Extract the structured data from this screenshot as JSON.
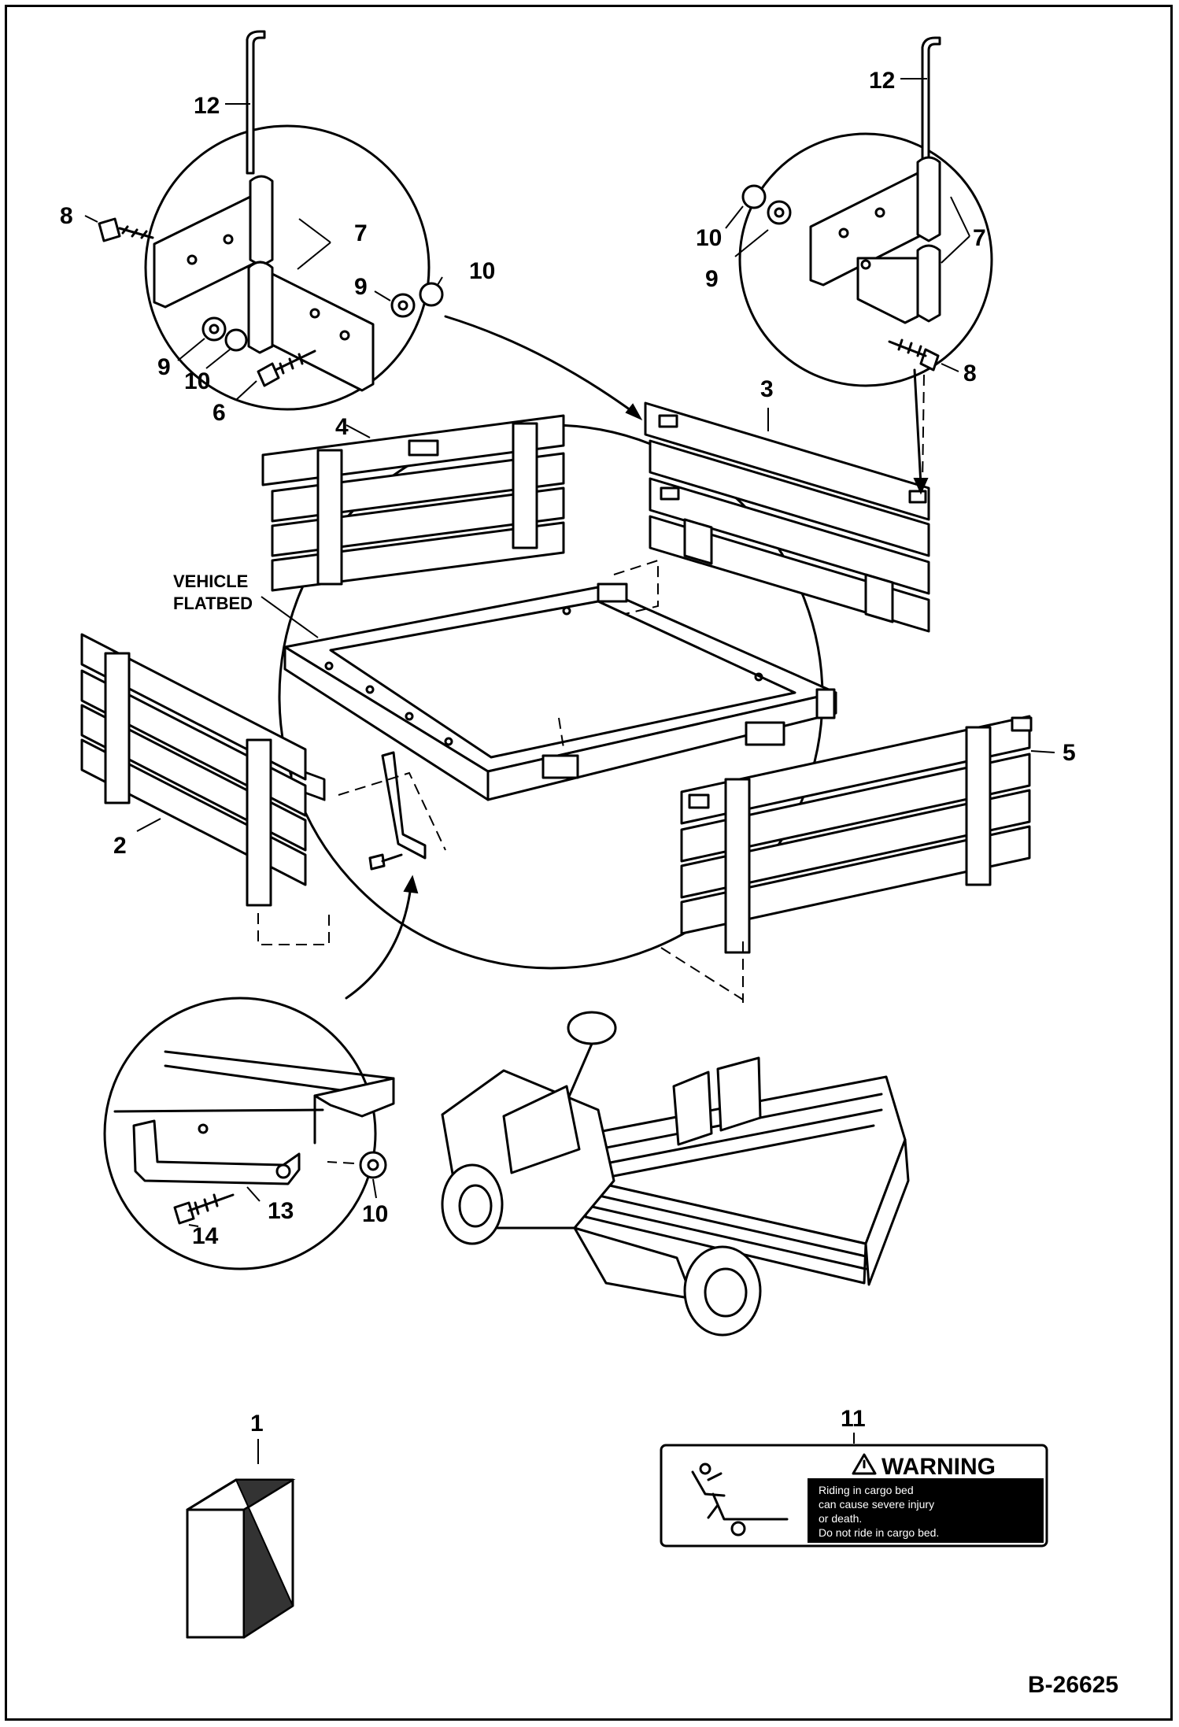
{
  "callouts": {
    "c1": "1",
    "c2": "2",
    "c3": "3",
    "c4": "4",
    "c5": "5",
    "c6": "6",
    "c7a": "7",
    "c7b": "7",
    "c8a": "8",
    "c8b": "8",
    "c9a": "9",
    "c9b": "9",
    "c9c": "9",
    "c10a": "10",
    "c10b": "10",
    "c10c": "10",
    "c10d": "10",
    "c11": "11",
    "c12a": "12",
    "c12b": "12",
    "c13": "13",
    "c14": "14"
  },
  "flatbed_label": {
    "line1": "VEHICLE",
    "line2": "FLATBED"
  },
  "warning_decal": {
    "heading": "WARNING",
    "lines": [
      "Riding in cargo bed",
      "can cause severe injury",
      "or death.",
      "Do not ride in cargo bed."
    ]
  },
  "figure_id": "B-26625",
  "colors": {
    "line": "#000000",
    "background": "#ffffff"
  }
}
